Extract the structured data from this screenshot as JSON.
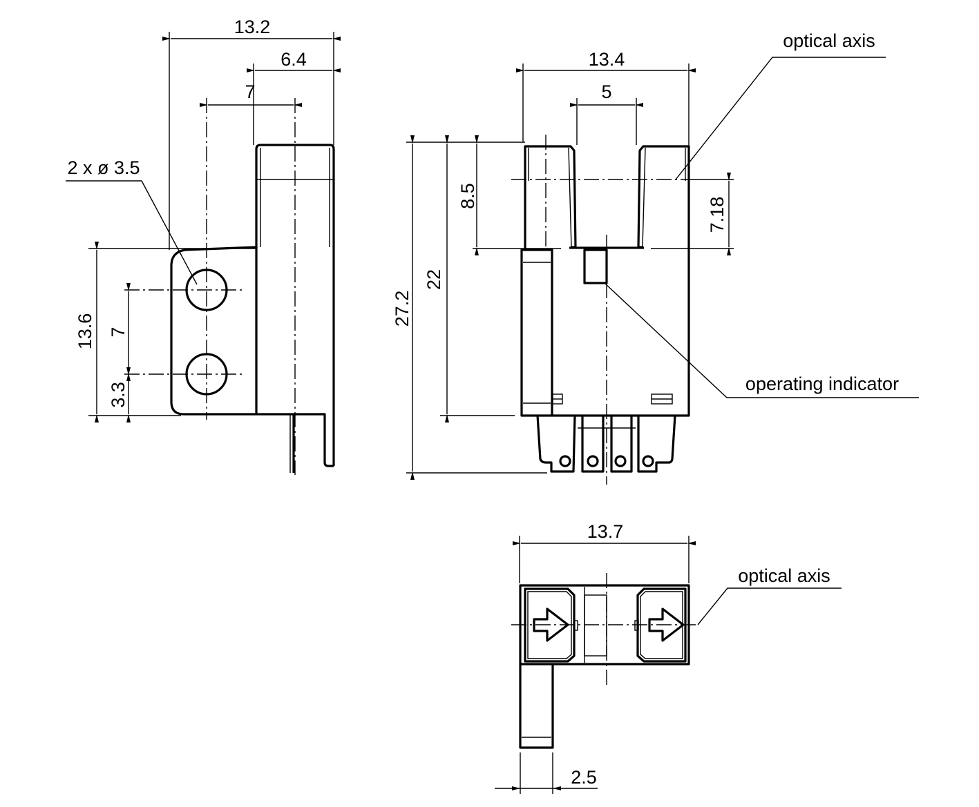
{
  "side_view": {
    "dim_total_width": "13.2",
    "dim_right": "6.4",
    "dim_center": "7",
    "hole_label": "2 x ø 3.5",
    "dim_flange_height": "13.6",
    "dim_hole_pitch": "7",
    "dim_hole_bottom": "3.3"
  },
  "front_view": {
    "dim_width": "13.4",
    "dim_slot": "5",
    "dim_total_height": "27.2",
    "dim_body_height": "22",
    "dim_slot_depth": "8.5",
    "dim_axis_height": "7.18",
    "label_optical_axis": "optical axis",
    "label_operating_indicator": "operating indicator"
  },
  "top_view": {
    "dim_width": "13.7",
    "dim_leg": "2.5",
    "label_optical_axis": "optical axis"
  }
}
